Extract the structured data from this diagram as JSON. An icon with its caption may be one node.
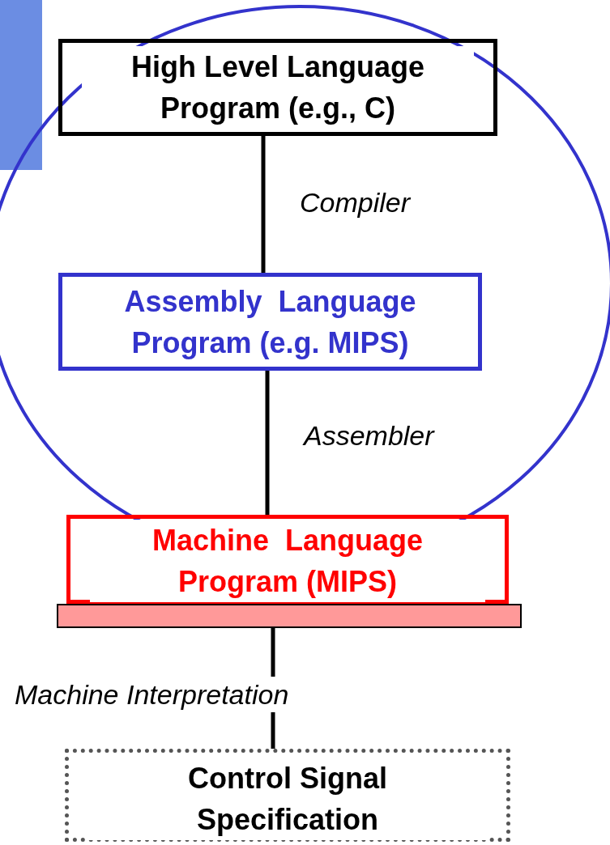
{
  "diagram": {
    "nodes": [
      {
        "text": [
          "High Level Language Program (e.g., C)"
        ]
      },
      {
        "text": [
          "Assembly  Language Program (e.g. MIPS)"
        ]
      },
      {
        "text": [
          "Machine  Language Program (MIPS)"
        ]
      },
      {
        "text": [],
        "shape": "bar"
      },
      {
        "text": [
          "Control Signal Specification"
        ]
      }
    ],
    "edges": [
      {
        "from": 0,
        "to": 1,
        "arrow": "none",
        "label": "Compiler"
      },
      {
        "from": 1,
        "to": 2,
        "arrow": "none",
        "label": "Assembler"
      },
      {
        "from": 3,
        "to": 4,
        "arrow": "none",
        "label": "Machine Interpretation"
      }
    ]
  }
}
